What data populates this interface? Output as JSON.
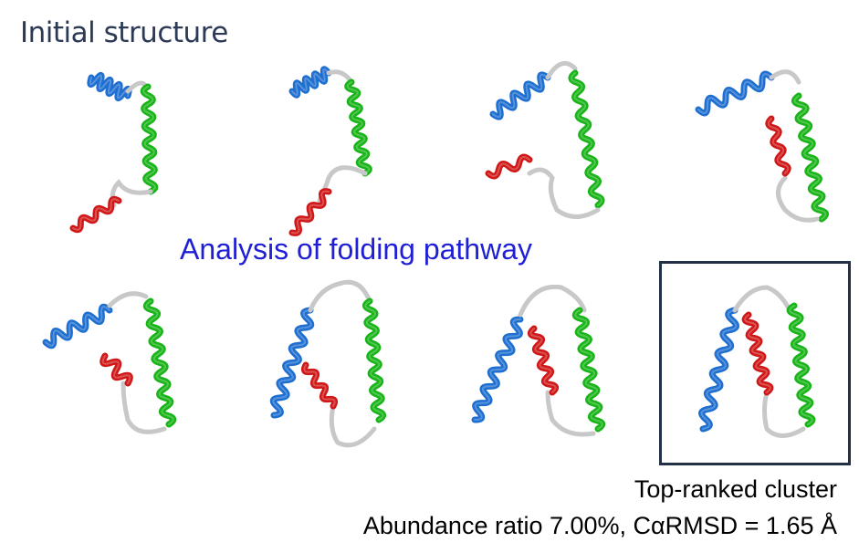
{
  "title": "Initial structure",
  "pathway_label": "Analysis of folding pathway",
  "cluster_caption": "Top-ranked cluster",
  "stats_caption": "Abundance ratio 7.00%, CαRMSD = 1.65 Å",
  "colors": {
    "helix1": "#1f6fd0",
    "helix2": "#18b418",
    "helix3": "#d01818",
    "loop": "#c8c8c8",
    "box_border": "#233147"
  },
  "frames": [
    {
      "name": "frame-1"
    },
    {
      "name": "frame-2"
    },
    {
      "name": "frame-3"
    },
    {
      "name": "frame-4"
    },
    {
      "name": "frame-5"
    },
    {
      "name": "frame-6"
    },
    {
      "name": "frame-7"
    },
    {
      "name": "frame-8"
    }
  ]
}
